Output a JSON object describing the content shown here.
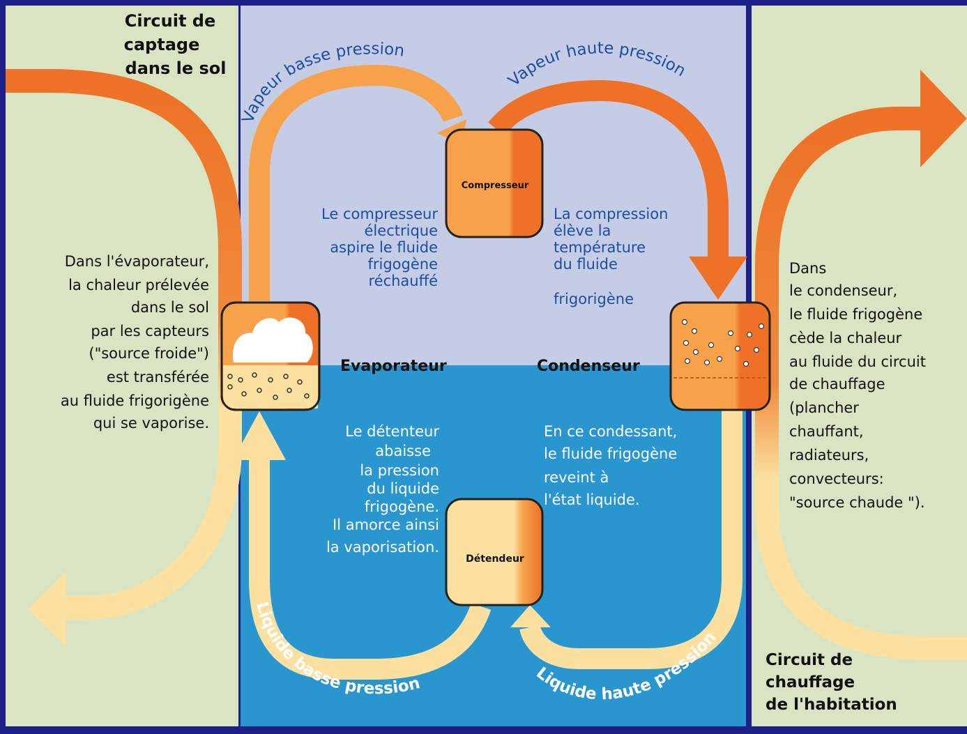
{
  "colors": {
    "frame": "#1c1f86",
    "panel_green": "#d9e5c2",
    "upper_lavender": "#c5cce6",
    "lower_blue": "#2a96cf",
    "orange_dark": "#ee7127",
    "orange_light": "#f7a24a",
    "cream": "#fbe0a0",
    "upper_text": "#1d4d9e",
    "lower_text": "#ffffff",
    "label_text": "#111111"
  },
  "left_panel": {
    "title": [
      "Circuit de",
      "captage",
      "dans le sol"
    ],
    "description": [
      "Dans l'évaporateur,",
      "la chaleur prélevée",
      "dans le sol",
      "par les capteurs",
      "(\"source froide\")",
      "est transférée",
      "au fluide frigorigène",
      "qui se vaporise."
    ]
  },
  "right_panel": {
    "description": [
      "Dans",
      "le condenseur,",
      "le fluide frigogène",
      "cède la chaleur",
      "au fluide du circuit",
      "de chauffage",
      "(plancher",
      "chauffant,",
      "radiateurs,",
      "convecteurs:",
      "\"source chaude \")."
    ],
    "title": [
      "Circuit de",
      "chauffage",
      "de l'habitation"
    ]
  },
  "components": {
    "compressor": "Compresseur",
    "evaporator": "Evaporateur",
    "condenser": "Condenseur",
    "expander": "Détendeur"
  },
  "flow_labels": {
    "low_pressure_vapor": "Vapeur basse pression",
    "high_pressure_vapor": "Vapeur haute pression",
    "low_pressure_liquid": "Liquide basse pression",
    "high_pressure_liquid": "Liquide haute pression"
  },
  "notes": {
    "compressor_left": [
      "Le compresseur",
      "électrique",
      "aspire le fluide",
      "frigogène",
      "réchauffé"
    ],
    "compressor_right": [
      "La compression",
      "élève la",
      "température",
      "du fluide"
    ],
    "compressor_right_extra": "frigorigène",
    "expander": [
      "Le détenteur",
      "abaisse",
      "la pression",
      "du liquide",
      "frigogène.",
      "Il amorce ainsi",
      "la vaporisation."
    ],
    "condenser": [
      "En ce condessant,",
      "le fluide frigogène",
      "reveint à",
      "l'état liquide."
    ]
  }
}
